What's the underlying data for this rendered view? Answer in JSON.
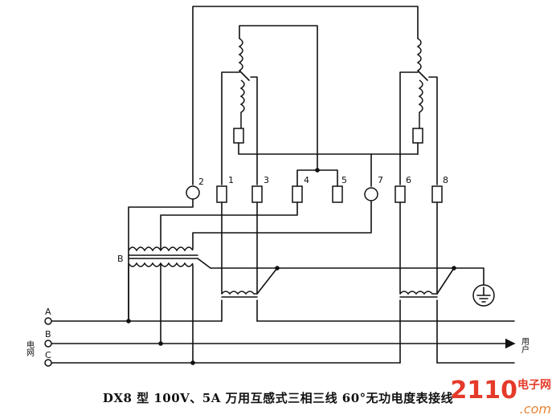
{
  "caption": "DX8 型 100V、5A 万用互感式三相三线 60°无功电度表接线",
  "terminals": {
    "t1": "1",
    "t2": "2",
    "t3": "3",
    "t4": "4",
    "t5": "5",
    "t6": "6",
    "t7": "7",
    "t8": "8"
  },
  "pt_label": "B",
  "phases": {
    "a": "A",
    "b": "B",
    "c": "C"
  },
  "grid_label": "电网",
  "user_label": "用户",
  "watermark": {
    "brand": "2110",
    "brand_cn": "电子网",
    "site": ".com"
  }
}
